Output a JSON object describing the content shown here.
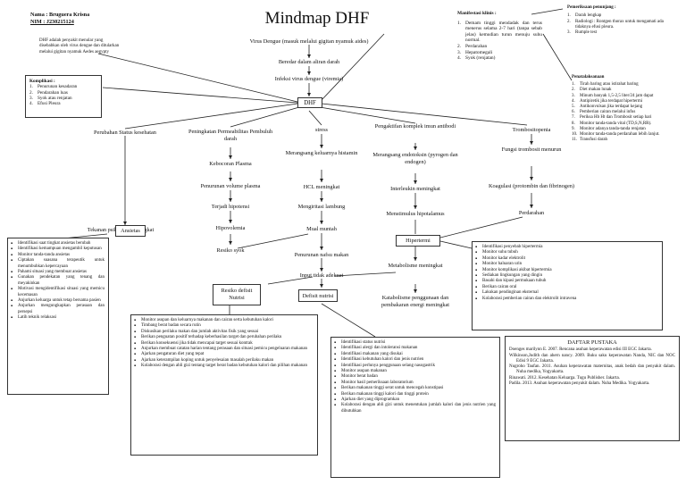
{
  "title": "Mindmap DHF",
  "student": {
    "name_line": "Nama : Bruguera Krisna",
    "nim_line": "NIM : J230215124"
  },
  "definition": "DHF adalah penyakit menular yang disebabkan oleh virus dengue dan ditularkan melalui gigitan nyamuk Aedes aegypty",
  "complications": {
    "title": "Komplikasi :",
    "items": [
      "Penurunan kesadaran",
      "Pendarahan luas",
      "Syok atau renjatan",
      "Efusi Pleura"
    ]
  },
  "flow": {
    "n1": "Virus Dengue (masuk melalui gigitan nyamuk aides)",
    "n2": "Beredar dalam aliran darah",
    "n3": "Infeksi virus dengue (viremia)",
    "center": "DHF",
    "b1": "Perubahan Status kesehatan",
    "b1a": "Tekanan psikologi meningkat",
    "b1b": "Ansietas",
    "b2": "Peningkatan Permeabilitas Pembuluh darah",
    "b2a": "Kebocoran Plasma",
    "b2b": "Penurunan volume plasma",
    "b2c": "Terjadi hipotensi",
    "b2d": "Hipovolemia",
    "b2e": "Resiko syok",
    "b3": "stress",
    "b3a": "Merangsang keluarnya histamin",
    "b3b": "HCL meningkat",
    "b3c": "Mengiritasi lambung",
    "b3d": "Mual muntah",
    "b3e": "Penurunan nafsu makan",
    "b3f": "Input tidak adekuat",
    "b3g": "Resiko defisit Nutrisi",
    "b3h": "Defisit nutrisi",
    "b4": "Pengaktifan komplek imun antibodi",
    "b4a": "Merangsang endotoksin (pyrogen dan endogen)",
    "b4b": "Interleukin meningkat",
    "b4c": "Menstimulus hipotalamus",
    "b4d": "Hipertermi",
    "b4e": "Metabolisme meningkat",
    "b4f": "Katabolisme penggunaan dan pembakaran energi meningkat",
    "b5": "Trombositopenia",
    "b5a": "Fungsi trombosit menurun",
    "b5b": "Koagulasi (protombin dan fibrinogen)",
    "b5c": "Perdarahan"
  },
  "manifestations": {
    "title": "Manifestasi klinis :",
    "items": [
      "Demam tinggi mendadak dan terus menerus selama 2-7 hari (tanpa sebab jelas) kemudian turun menuju suhu normal.",
      "Perdarahan",
      "Hepatomegali",
      "Syok (renjatan)"
    ]
  },
  "exam": {
    "title": "Pemeriksaan penunjang :",
    "items": [
      "Darah lengkap",
      "Radiologi : Rontgen thorax untuk mengamati ada tidaknya efusi pleura.",
      "Rumple test"
    ]
  },
  "treatment": {
    "title": "Penatalaksanaan",
    "items": [
      "Tirah baring atau istirahat baring",
      "Diet makan lunak",
      "Minum banyak 1,5-2,5 liter/24 jam dapat",
      "Antipiretik jika terdapat hipertermi",
      "Antikonvulsan jika terdapat kejang",
      "Pemberian cairan melalui infus",
      "Periksa Hb Ht dan Trombosit setiap hari",
      "Monitor tanda-tanda vital (TD,S,N,RR).",
      "Monitor adanya tanda-tanda renjatan",
      "Monitor tanda-tanda perdarahan lebih lanjut.",
      "Transfusi darah"
    ]
  },
  "ansietas_interventions": [
    "Identifikasi saat tingkat ansietas berubah",
    "Identifikasi kemampuan mengambil keputusan",
    "Monitor tanda-tanda ansietas",
    "Ciptakan suasana terapeutik untuk menumbuhkan kepercayaan",
    "Pahami situasi yang membuat ansietas",
    "Gunakan pendekatan yang tenang dan meyakinkan",
    "Motivasi mengidentifikasi situasi yang memicu kecemasan",
    "Anjurkan keluarga untuk tetap bersama pasien",
    "Anjurkan mengungkapkan perasaan dan persepsi",
    "Latih teknik relaksasi"
  ],
  "risk_nutrition_interventions": [
    "Monitor asupan dan keluarnya makanan dan cairan serta kebutuhan kalori",
    "Timbang berat badan secara rutin",
    "Diskusikan perilaku makan dan jumlah aktivitas fisik yang sesuai",
    "Berikan penguatan positif terhadap keberhasilan target dan perubahan perilaku",
    "Berikan konsekuensi jika tidak mencapai target sesuai kontrak",
    "Anjurkan membuat catatan harian tentang perasaan dan situasi pemicu pengeluaran makanan",
    "Ajarkan pengaturan diet yang tepat",
    "Ajarkan keterampilan koping untuk penyelesaian masalah perilaku makan",
    "Kolaborasi dengan ahli gizi tentang target berat badan kebutuhan kalori dan pilihan makanan"
  ],
  "deficit_interventions": [
    "Identifikasi status nutrisi",
    "Identifikasi alergi dan intoleransi makanan",
    "Identifikasi makanan yang disukai",
    "Identifikasi kebutuhan kalori dan jenis nutrien",
    "Identifikasi perlunya penggunaan selang nasogastrik",
    "Monitor asupan makanan",
    "Monitor berat badan",
    "Monitor hasil pemeriksaan laboratorium",
    "Berikan makanan tinggi serat untuk mencegah konstipasi",
    "Berikan makanan tinggi kalori dan tinggi protein",
    "Ajarkan diet yang diprogramkan",
    "Kolaborasi dengan ahli gizi untuk menentukan jumlah kalori dan jenis nutrien yang dibutuhkan"
  ],
  "hyperthermia_interventions": [
    "Identifikasi penyebab hipertermia",
    "Monitor suhu tubuh",
    "Monitor kadar elektrolit",
    "Monitor haluaran urin",
    "Monitor komplikasi akibat hipertermia",
    "Sediakan lingkungan yang dingin",
    "Basahi dan kipasi permukaan tubuh",
    "Berikan cairan oral",
    "Lakukan pendinginan eksternal",
    "Kolaborasi pemberian cairan dan elektrolit intravena"
  ],
  "references": {
    "title": "DAFTAR PUSTAKA",
    "items": [
      "Doenges marilynn E. 2007. Rencana asuhan keperawatan edisi III EGC Jakarta.",
      "Wilkinson,Judith dan ahern nancy. 2009. Buku saku keperawatan Nanda, NIC dan NOC Edisi 9 EGC Jakarta.",
      "Nugroho Taufan. 2011. Asuhan keperawatan maternitas, anak bedah dan penyakit dalam. Nuha medika, Yogyakarta.",
      "Rinawati. 2012. Kesehatan Keluarga. Tugu Publisher. Jakarta.",
      "Padila. 2013. Asuhan keperawatan penyakit dalam. Nuha Medika. Yogyakarta."
    ]
  }
}
